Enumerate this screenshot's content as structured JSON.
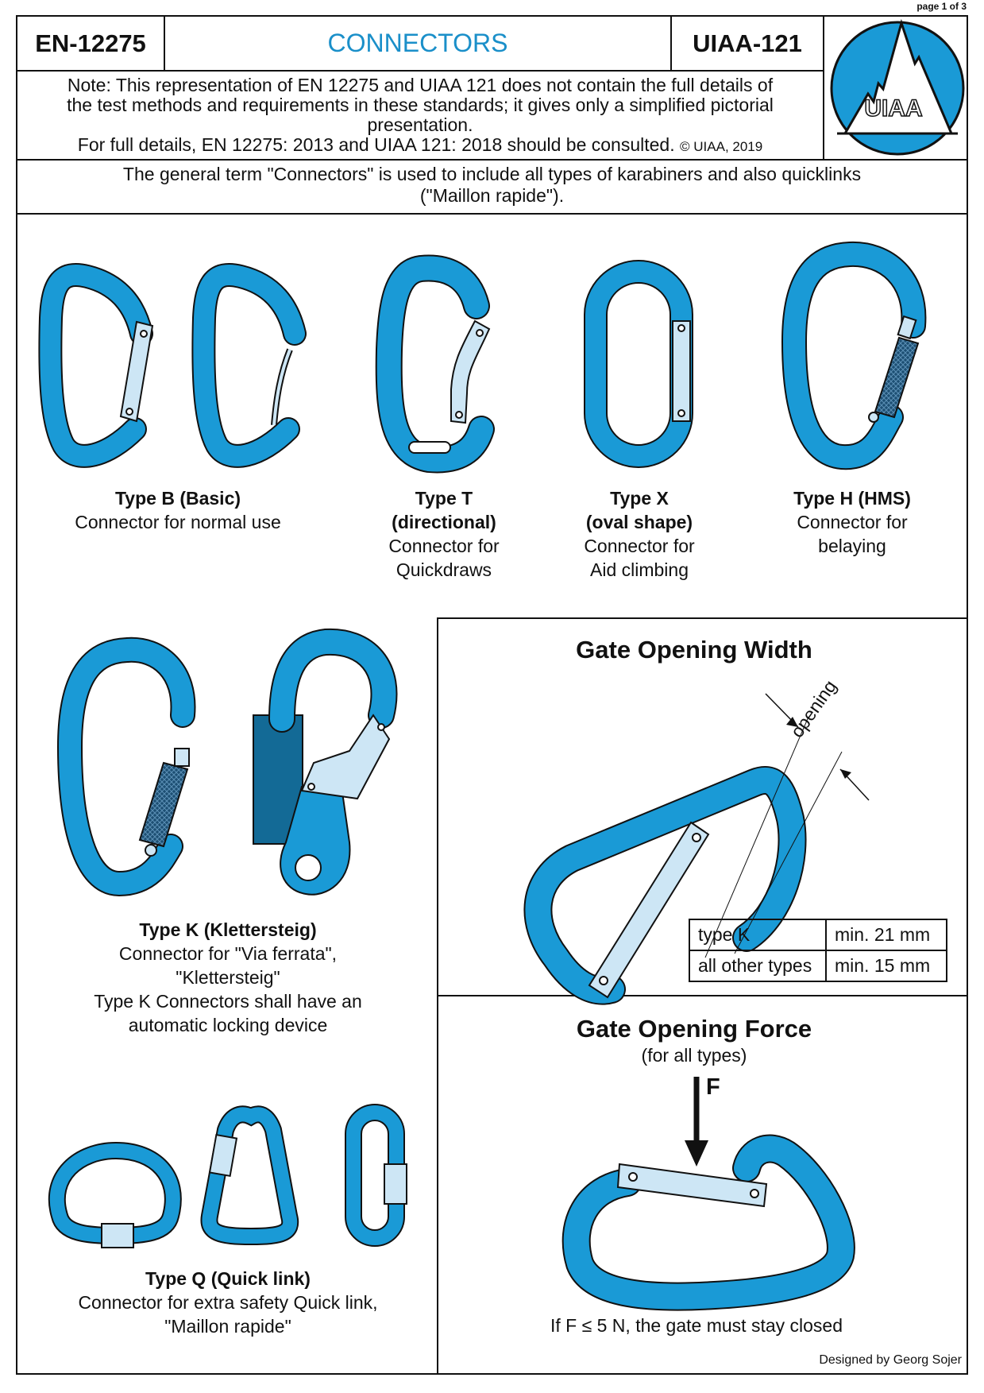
{
  "page_indicator": "page 1 of 3",
  "header": {
    "left_code": "EN-12275",
    "title": "CONNECTORS",
    "right_code": "UIAA-121",
    "logo_text": "UIAA"
  },
  "note": {
    "line1": "Note: This representation of EN 12275 and UIAA 121 does not contain the full details of",
    "line2": "the test methods and requirements in these standards; it gives only a simplified pictorial",
    "line3": "presentation.",
    "line4": "For full details, EN 12275: 2013 and UIAA 121: 2018 should be consulted.",
    "copyright": "© UIAA, 2019"
  },
  "general": {
    "line1": "The general term \"Connectors\" is used to include all types of karabiners and also quicklinks",
    "line2": "(\"Maillon rapide\")."
  },
  "types": {
    "b": {
      "name": "Type B (Basic)",
      "desc": [
        "Connector for normal use"
      ]
    },
    "t": {
      "name": [
        "Type T",
        "(directional)"
      ],
      "desc": [
        "Connector for",
        "Quickdraws"
      ]
    },
    "x": {
      "name": [
        "Type X",
        "(oval shape)"
      ],
      "desc": [
        "Connector for",
        "Aid climbing"
      ]
    },
    "h": {
      "name": "Type H (HMS)",
      "desc": [
        "Connector for",
        "belaying"
      ]
    },
    "k": {
      "name": "Type K (Klettersteig)",
      "desc": [
        "Connector for \"Via ferrata\",",
        "\"Klettersteig\"",
        "Type K Connectors shall have an",
        "automatic locking device"
      ]
    },
    "q": {
      "name": "Type Q (Quick link)",
      "desc": [
        "Connector for extra safety Quick link,",
        "\"Maillon rapide\""
      ]
    }
  },
  "gate_width": {
    "title": "Gate Opening Width",
    "dimension_label": "opening",
    "table": [
      {
        "type": "type K",
        "value": "min. 21 mm"
      },
      {
        "type": "all other types",
        "value": "min. 15 mm"
      }
    ]
  },
  "gate_force": {
    "title": "Gate Opening Force",
    "subtitle": "(for all types)",
    "force_label": "F",
    "rule": "If F ≤ 5 N, the gate must stay closed"
  },
  "credit": "Designed by Georg Sojer",
  "colors": {
    "blue": "#1a9ad6",
    "gate": "#cde6f5",
    "title_blue": "#1a8fc9",
    "sleeve": "#1d4f73"
  }
}
